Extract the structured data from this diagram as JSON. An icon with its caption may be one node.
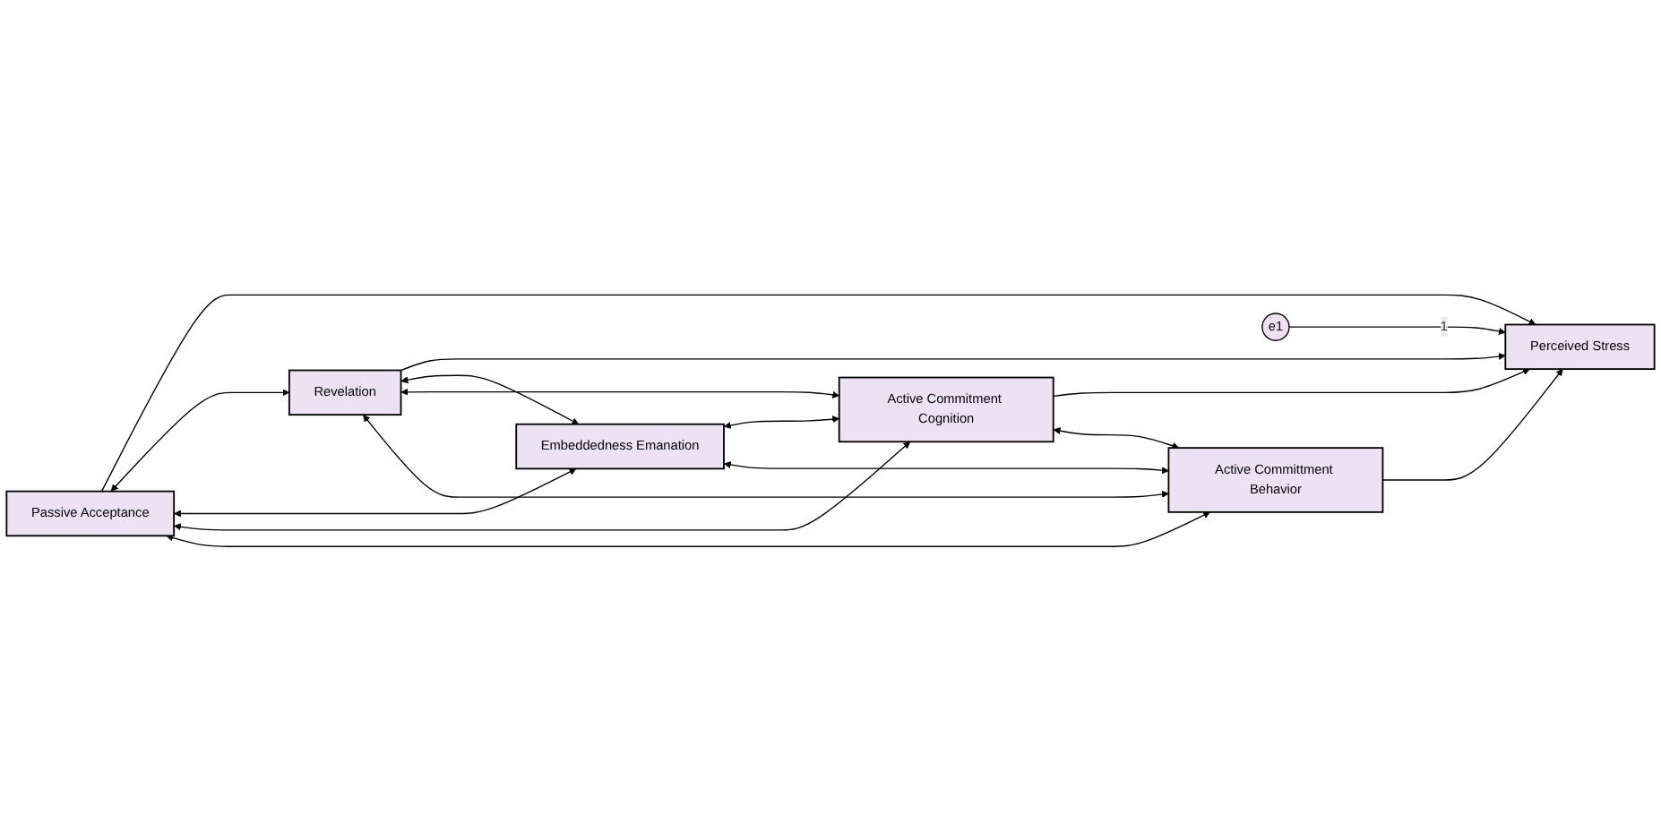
{
  "diagram": {
    "nodes": [
      {
        "text": [
          "Passive Acceptance"
        ]
      },
      {
        "text": [
          "Revelation"
        ]
      },
      {
        "text": [
          "Embeddedness Emanation"
        ]
      },
      {
        "text": [
          "Active Commitment Cognition"
        ]
      },
      {
        "text": [
          "Active Committment Behavior"
        ]
      },
      {
        "text": [
          "Perceived Stress"
        ]
      },
      {
        "text": [
          "e1"
        ]
      }
    ],
    "edges": [
      {
        "from": 0,
        "to": 5,
        "arrow": "to"
      },
      {
        "from": 1,
        "to": 5,
        "arrow": "to"
      },
      {
        "from": 3,
        "to": 5,
        "arrow": "to"
      },
      {
        "from": 4,
        "to": 5,
        "arrow": "to"
      },
      {
        "from": 6,
        "to": 5,
        "arrow": "to",
        "label": "1"
      },
      {
        "from": 0,
        "to": 1,
        "arrow": "both"
      },
      {
        "from": 0,
        "to": 2,
        "arrow": "both"
      },
      {
        "from": 0,
        "to": 3,
        "arrow": "both"
      },
      {
        "from": 0,
        "to": 4,
        "arrow": "both"
      },
      {
        "from": 1,
        "to": 2,
        "arrow": "both"
      },
      {
        "from": 1,
        "to": 3,
        "arrow": "both"
      },
      {
        "from": 1,
        "to": 4,
        "arrow": "both"
      },
      {
        "from": 2,
        "to": 3,
        "arrow": "both"
      },
      {
        "from": 2,
        "to": 4,
        "arrow": "both"
      },
      {
        "from": 3,
        "to": 4,
        "arrow": "both"
      }
    ]
  }
}
